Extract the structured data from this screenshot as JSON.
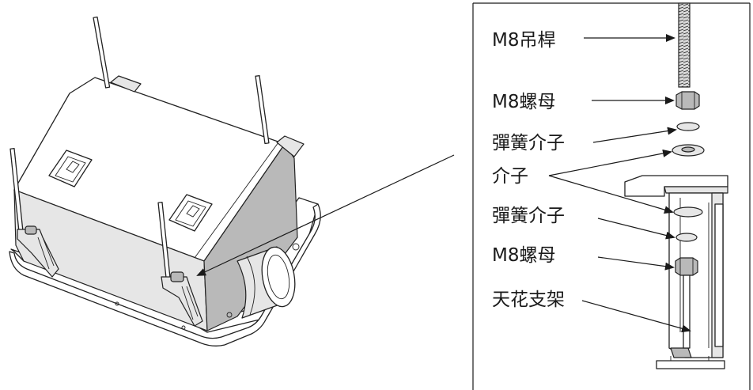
{
  "labels": {
    "hanging_rod": "M8吊桿",
    "nut_top": "M8螺母",
    "spring_washer_top": "彈簧介子",
    "washer": "介子",
    "spring_washer_bottom": "彈簧介子",
    "nut_bottom": "M8螺母",
    "ceiling_bracket": "天花支架"
  },
  "colors": {
    "line": "#1a1a1a",
    "background": "#ffffff"
  }
}
